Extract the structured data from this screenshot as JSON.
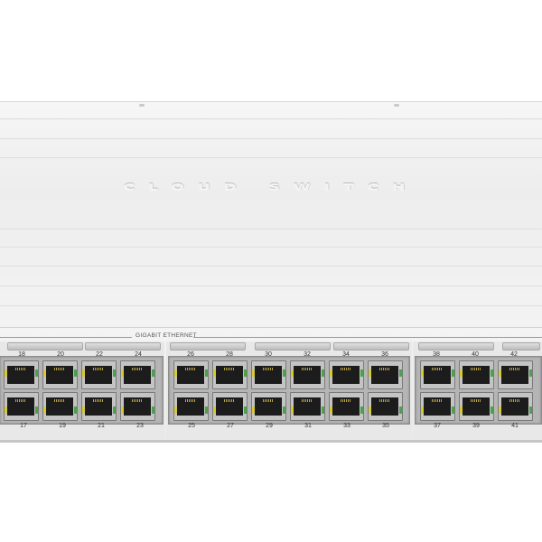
{
  "image": {
    "subject": "network switch",
    "lid_text": "CLOUD SWITCH",
    "section_label": "GIGABIT ETHERNET",
    "top_port_numbers": [
      "18",
      "20",
      "22",
      "24",
      "26",
      "28",
      "30",
      "32",
      "34",
      "36",
      "38",
      "40",
      "42"
    ],
    "bottom_port_numbers": [
      "17",
      "19",
      "21",
      "23",
      "25",
      "27",
      "29",
      "31",
      "33",
      "35",
      "37",
      "39",
      "41"
    ],
    "colors": {
      "body": "#efefef",
      "jack": "#1c1c1c",
      "led_yellow": "#d7c93a",
      "led_green": "#4aa34a"
    }
  }
}
